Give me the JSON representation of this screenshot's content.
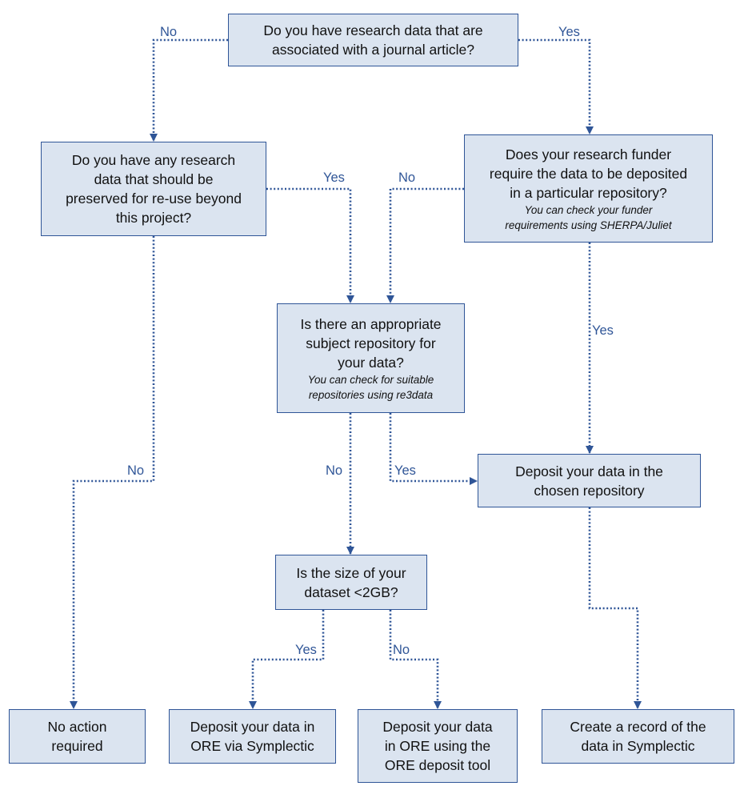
{
  "nodes": {
    "q_journal": {
      "text": "Do you have research data that are\nassociated with a journal article?"
    },
    "q_preserve": {
      "text": "Do you have any research\ndata that should be\npreserved for re-use beyond\nthis project?"
    },
    "q_funder": {
      "text": "Does your research funder\nrequire the data to be deposited\nin a particular repository?",
      "note": "You can check your funder\nrequirements using SHERPA/Juliet"
    },
    "q_subject": {
      "text": "Is there an appropriate\nsubject repository for\nyour data?",
      "note": "You can check for suitable\nrepositories using re3data"
    },
    "a_deposit_chosen": {
      "text": "Deposit your data in the\nchosen repository"
    },
    "q_size": {
      "text": "Is the size of your\ndataset <2GB?"
    },
    "a_no_action": {
      "text": "No action\nrequired"
    },
    "a_ore_symplectic": {
      "text": "Deposit your data in\nORE via Symplectic"
    },
    "a_ore_tool": {
      "text": "Deposit your data\nin ORE using the\nORE deposit tool"
    },
    "a_record": {
      "text": "Create a record of the\ndata in Symplectic"
    }
  },
  "edge_labels": {
    "journal_no": "No",
    "journal_yes": "Yes",
    "preserve_yes": "Yes",
    "preserve_no": "No",
    "funder_no": "No",
    "funder_yes": "Yes",
    "subject_no": "No",
    "subject_yes": "Yes",
    "size_yes": "Yes",
    "size_no": "No"
  },
  "colors": {
    "box_fill": "#dbe4f0",
    "box_border": "#2f5597",
    "connector": "#2f5597",
    "label_text": "#2f5597"
  }
}
